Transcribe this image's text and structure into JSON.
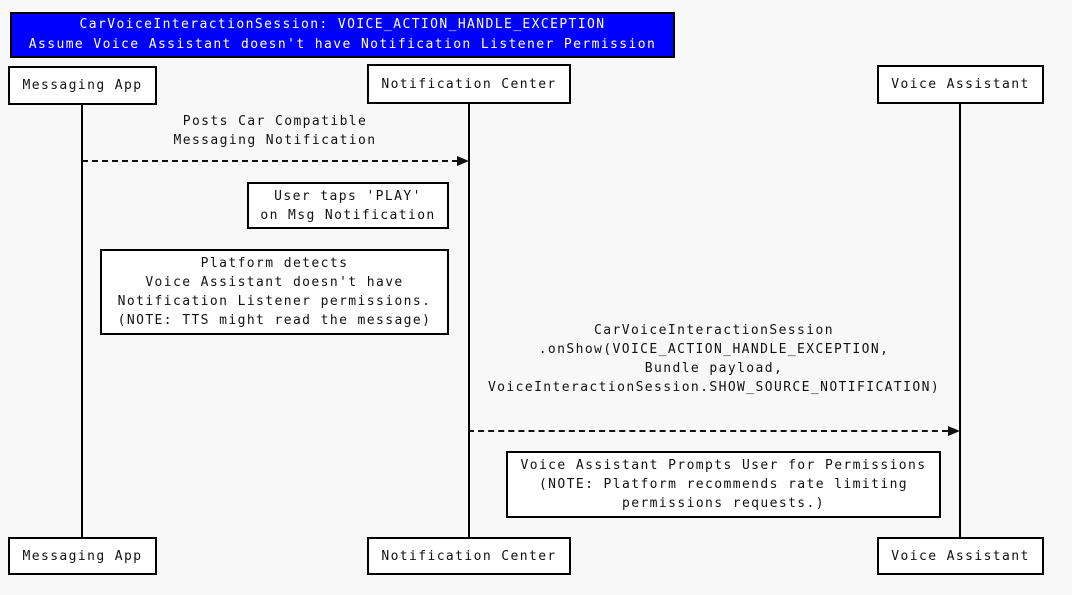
{
  "title": {
    "line1": "CarVoiceInteractionSession: VOICE_ACTION_HANDLE_EXCEPTION",
    "line2": "Assume Voice Assistant doesn't have Notification Listener Permission"
  },
  "participants": [
    {
      "id": "messaging-app",
      "label": "Messaging App"
    },
    {
      "id": "notification-center",
      "label": "Notification Center"
    },
    {
      "id": "voice-assistant",
      "label": "Voice Assistant"
    }
  ],
  "messages": [
    {
      "from": "messaging-app",
      "to": "notification-center",
      "style": "dashed-arrow",
      "lines": [
        "Posts Car Compatible",
        "Messaging Notification"
      ]
    },
    {
      "from": "notification-center",
      "to": "voice-assistant",
      "style": "dashed-arrow",
      "lines": [
        "CarVoiceInteractionSession",
        ".onShow(VOICE_ACTION_HANDLE_EXCEPTION,",
        "Bundle payload,",
        "VoiceInteractionSession.SHOW_SOURCE_NOTIFICATION)"
      ]
    }
  ],
  "notes": [
    {
      "attached_to": "notification-center",
      "lines": [
        "User taps 'PLAY'",
        "on Msg Notification"
      ]
    },
    {
      "attached_to": "notification-center",
      "lines": [
        "Platform detects",
        "Voice Assistant doesn't have",
        "Notification Listener permissions.",
        "(NOTE: TTS might read the message)"
      ]
    },
    {
      "attached_to": "voice-assistant",
      "lines": [
        "Voice Assistant Prompts User for Permissions",
        "(NOTE: Platform recommends rate limiting",
        "permissions requests.)"
      ]
    }
  ],
  "colors": {
    "background": "#f8f8f8",
    "title_background": "#0000fe",
    "title_text": "#ffffff",
    "box_background": "#ffffff",
    "line": "#000000"
  }
}
